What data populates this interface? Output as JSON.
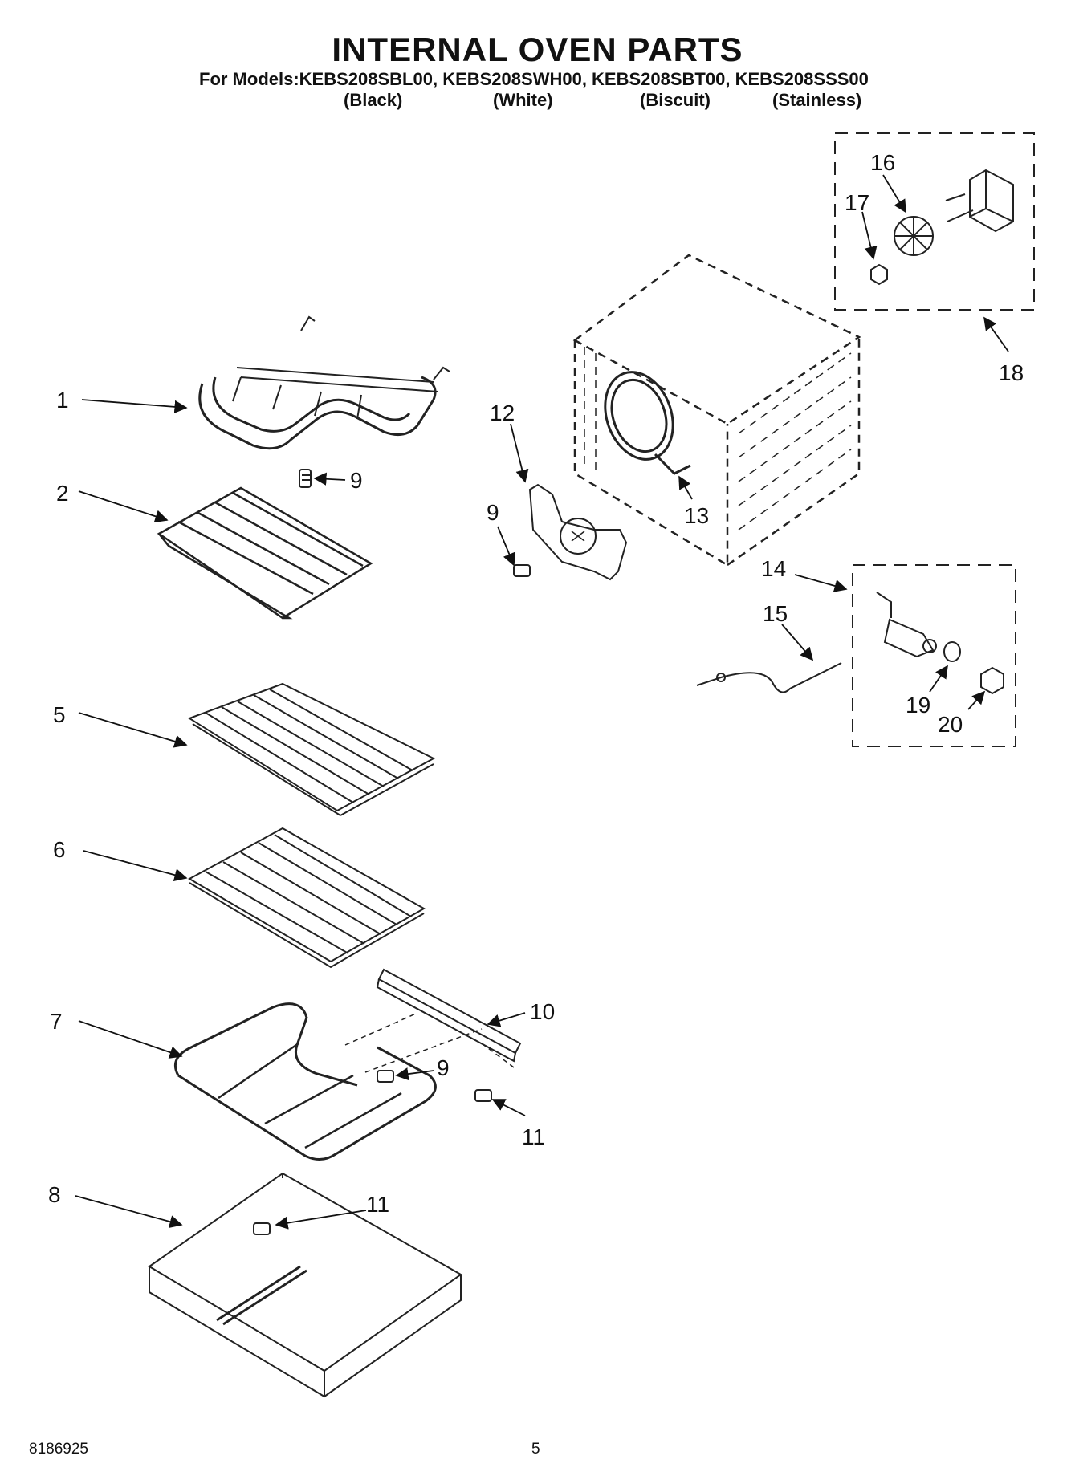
{
  "title": "INTERNAL OVEN PARTS",
  "models_line": "For Models:KEBS208SBL00, KEBS208SWH00, KEBS208SBT00, KEBS208SSS00",
  "variants": [
    "(Black)",
    "(White)",
    "(Biscuit)",
    "(Stainless)"
  ],
  "callouts": {
    "c1": "1",
    "c2": "2",
    "c5": "5",
    "c6": "6",
    "c7": "7",
    "c8": "8",
    "c9a": "9",
    "c9b": "9",
    "c9c": "9",
    "c10": "10",
    "c11a": "11",
    "c11b": "11",
    "c12": "12",
    "c13": "13",
    "c14": "14",
    "c15": "15",
    "c16": "16",
    "c17": "17",
    "c18": "18",
    "c19": "19",
    "c20": "20"
  },
  "footer": {
    "doc_number": "8186925",
    "page_number": "5"
  }
}
